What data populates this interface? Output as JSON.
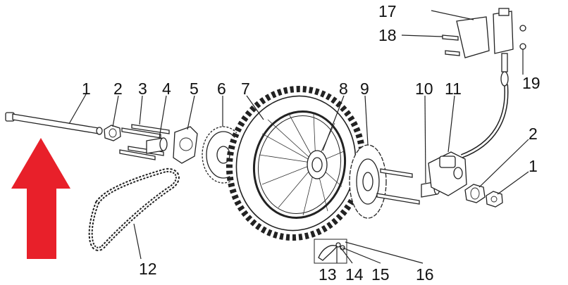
{
  "diagram": {
    "callouts": [
      {
        "id": "c1a",
        "text": "1"
      },
      {
        "id": "c2a",
        "text": "2"
      },
      {
        "id": "c3",
        "text": "3"
      },
      {
        "id": "c4",
        "text": "4"
      },
      {
        "id": "c5",
        "text": "5"
      },
      {
        "id": "c6",
        "text": "6"
      },
      {
        "id": "c7",
        "text": "7"
      },
      {
        "id": "c8",
        "text": "8"
      },
      {
        "id": "c9",
        "text": "9"
      },
      {
        "id": "c10",
        "text": "10"
      },
      {
        "id": "c11",
        "text": "11"
      },
      {
        "id": "c12",
        "text": "12"
      },
      {
        "id": "c13",
        "text": "13"
      },
      {
        "id": "c14",
        "text": "14"
      },
      {
        "id": "c15",
        "text": "15"
      },
      {
        "id": "c16",
        "text": "16"
      },
      {
        "id": "c17",
        "text": "17"
      },
      {
        "id": "c18",
        "text": "18"
      },
      {
        "id": "c19",
        "text": "19"
      },
      {
        "id": "c2b",
        "text": "2"
      },
      {
        "id": "c1b",
        "text": "1"
      }
    ],
    "arrow_color": "#e8202a"
  }
}
